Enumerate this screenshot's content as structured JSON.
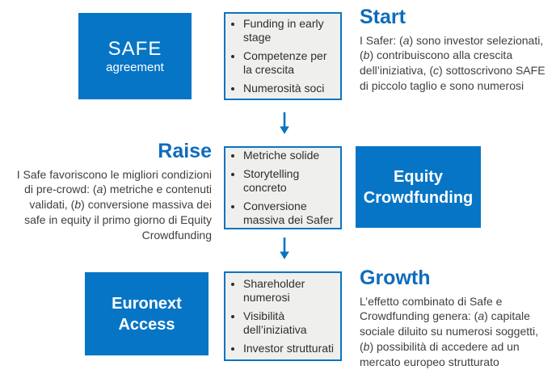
{
  "colors": {
    "box_blue": "#0775c5",
    "heading_blue": "#0f6cbb",
    "panel_background": "#efefee",
    "panel_border_blue": "#0b74c2",
    "arrow_blue": "#0b74c2",
    "body_text": "#3f3f3f",
    "box_text": "#ffffff"
  },
  "start": {
    "heading": "Start",
    "paragraph": [
      {
        "t": "I Safer: ("
      },
      {
        "t": "a",
        "i": true
      },
      {
        "t": ") sono investor selezionati, ("
      },
      {
        "t": "b",
        "i": true
      },
      {
        "t": ") contribuiscono alla crescita dell’iniziativa, ("
      },
      {
        "t": "c",
        "i": true
      },
      {
        "t": ") sottoscrivono SAFE di piccolo taglio e sono numerosi"
      }
    ],
    "box": {
      "title": "SAFE",
      "subtitle": "agreement"
    },
    "bullets": [
      "Funding in early stage",
      "Competenze per la crescita",
      "Numerosità soci"
    ]
  },
  "raise": {
    "heading": "Raise",
    "paragraph": [
      {
        "t": "I Safe favoriscono le migliori condizioni di pre-crowd: ("
      },
      {
        "t": "a",
        "i": true
      },
      {
        "t": ") metriche e contenuti validati, ("
      },
      {
        "t": "b",
        "i": true
      },
      {
        "t": ") conversione massiva dei safe in equity il primo giorno di Equity Crowdfunding"
      }
    ],
    "box": {
      "title": "Equity Crowdfunding"
    },
    "bullets": [
      "Metriche solide",
      "Storytelling concreto",
      "Conversione massiva dei Safer"
    ]
  },
  "growth": {
    "heading": "Growth",
    "paragraph": [
      {
        "t": "L’effetto combinato di Safe e Crowdfunding genera: ("
      },
      {
        "t": "a",
        "i": true
      },
      {
        "t": ") capitale sociale diluito su numerosi soggetti, ("
      },
      {
        "t": "b",
        "i": true
      },
      {
        "t": ") possibilità di accedere ad un mercato europeo strutturato"
      }
    ],
    "box": {
      "title": "Euronext Access"
    },
    "bullets": [
      "Shareholder numerosi",
      "Visibilità dell’iniziativa",
      "Investor strutturati"
    ]
  }
}
